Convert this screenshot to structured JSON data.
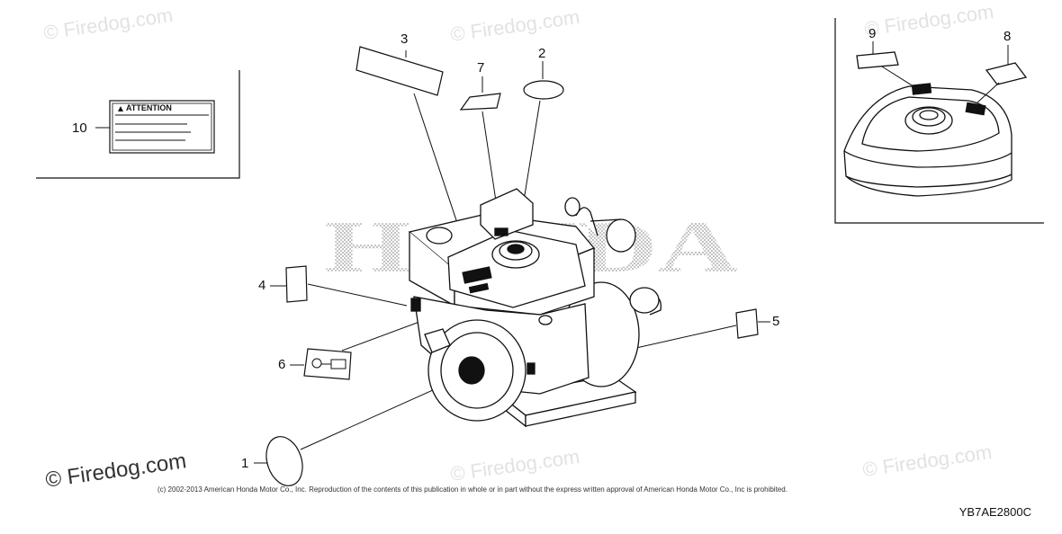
{
  "watermarks": {
    "top_left": "© Firedog.com",
    "top_center": "© Firedog.com",
    "top_right": "© Firedog.com",
    "bottom_left": "© Firedog.com",
    "bottom_center": "© Firedog.com",
    "bottom_right": "© Firedog.com"
  },
  "brand_backdrop": "HONDA",
  "callouts": {
    "c1": "1",
    "c2": "2",
    "c3": "3",
    "c4": "4",
    "c5": "5",
    "c6": "6",
    "c7": "7",
    "c8": "8",
    "c9": "9",
    "c10": "10"
  },
  "attention_label": "ATTENTION",
  "copyright": "(c) 2002-2013 American Honda Motor Co., Inc. Reproduction of the contents of this publication in whole or in part without the express written approval of American Honda Motor Co., Inc is prohibited.",
  "drawing_code": "YB7AE2800C",
  "colors": {
    "line": "#111111",
    "watermark": "#e2e2e2",
    "backdrop_dots": "#9a9a9a"
  }
}
